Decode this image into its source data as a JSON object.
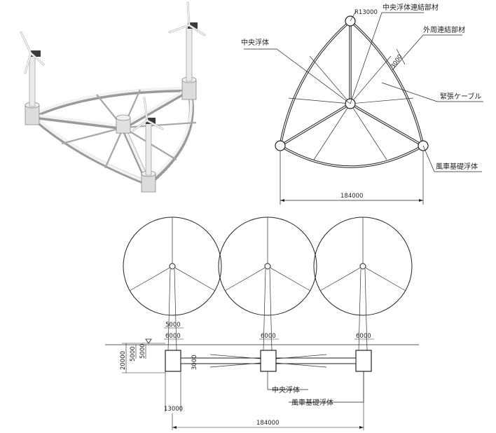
{
  "plan_view": {
    "label_central_connector": "中央浮体連結部材",
    "label_outer_connector": "外周連結部材",
    "label_central_float": "中央浮体",
    "label_tension_cable": "緊張ケーブル",
    "label_turbine_float": "風車基礎浮体",
    "dim_top_radius": "R13000",
    "dim_outer_member": "3000",
    "dim_width": "184000"
  },
  "elevation_view": {
    "dim_tower_top": "5000",
    "dim_tower_left": "6000",
    "dim_tower_center": "6000",
    "dim_tower_right": "6000",
    "dim_depth_total": "20000",
    "dim_freeboard": "5000",
    "dim_draft": "5000",
    "dim_member": "3000",
    "dim_float_width": "13000",
    "dim_span": "184000",
    "label_central_float": "中央浮体",
    "label_turbine_float": "風車基礎浮体"
  },
  "colors": {
    "line": "#222222",
    "render_structure": "#e6e6e6",
    "render_shadow": "#9a9a9a",
    "turbine_blade": "#f4f4f4",
    "nacelle": "#3a3a3a"
  }
}
